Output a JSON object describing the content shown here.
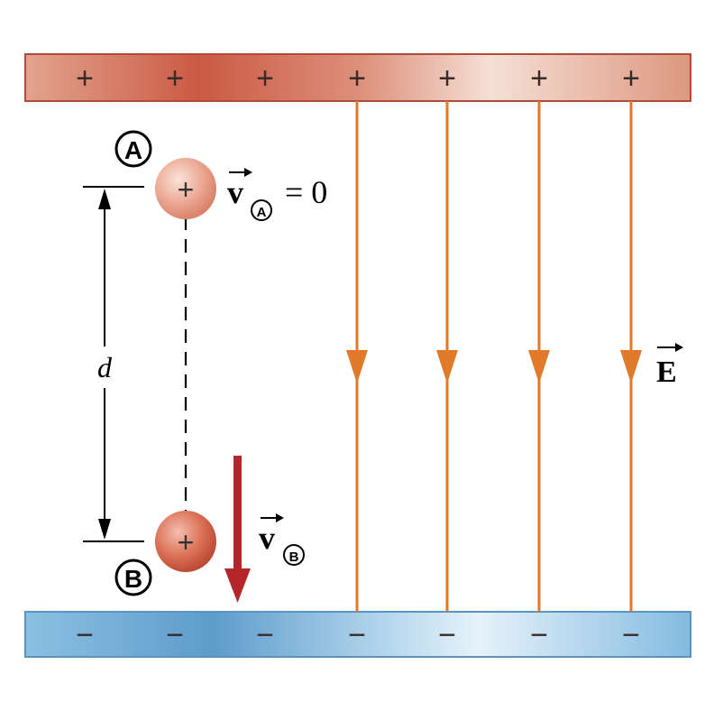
{
  "plates": {
    "top": {
      "sign": "+",
      "count": 7,
      "color_light": "#e7b19e",
      "color_dark": "#cb5a44"
    },
    "bottom": {
      "sign": "−",
      "count": 7,
      "color_light": "#d8ebf6",
      "color_dark": "#6aaad4"
    }
  },
  "particle": {
    "sign": "+",
    "color": "#d97a62"
  },
  "labels": {
    "point_a": "A",
    "point_b": "B",
    "velocity_symbol": "v",
    "velocity_a_value": "= 0",
    "distance": "d",
    "field": "E"
  },
  "colors": {
    "field_lines": "#e07a2a",
    "velocity_arrow": "#b5262a",
    "dimension_lines": "#000000"
  },
  "field_lines": {
    "count": 4
  }
}
